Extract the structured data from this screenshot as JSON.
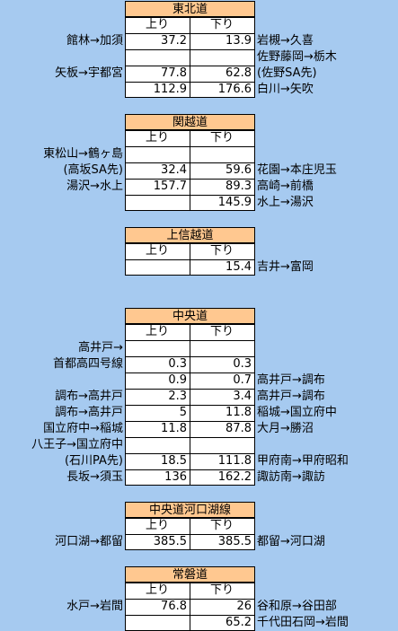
{
  "sections": [
    {
      "title": "東北道",
      "up_label": "上り",
      "down_label": "下り",
      "rows": [
        {
          "left": "館林→加須",
          "up": "37.2",
          "down": "13.9",
          "right": "岩槻→久喜"
        },
        {
          "left": "",
          "up": "",
          "down": "",
          "right": "佐野藤岡→栃木"
        },
        {
          "left": "矢板→宇都宮",
          "up": "77.8",
          "down": "62.8",
          "right": "(佐野SA先)"
        },
        {
          "left": "",
          "up": "112.9",
          "down": "176.6",
          "right": "白川→矢吹"
        }
      ]
    },
    {
      "title": "関越道",
      "up_label": "上り",
      "down_label": "下り",
      "rows": [
        {
          "left": "東松山→鶴ヶ島",
          "up": "",
          "down": "",
          "right": ""
        },
        {
          "left": "(高坂SA先)",
          "up": "32.4",
          "down": "59.6",
          "right": "花園→本庄児玉"
        },
        {
          "left": "湯沢→水上",
          "up": "157.7",
          "down": "89.3",
          "right": "高崎→前橋"
        },
        {
          "left": "",
          "up": "",
          "down": "145.9",
          "right": "水上→湯沢"
        }
      ]
    },
    {
      "title": "上信越道",
      "up_label": "上り",
      "down_label": "下り",
      "rows": [
        {
          "left": "",
          "up": "",
          "down": "15.4",
          "right": "吉井→富岡"
        }
      ]
    },
    {
      "title": "中央道",
      "up_label": "上り",
      "down_label": "下り",
      "rows": [
        {
          "left": "高井戸→",
          "up": "",
          "down": "",
          "right": ""
        },
        {
          "left": "首都高四号線",
          "up": "0.3",
          "down": "0.3",
          "right": ""
        },
        {
          "left": "",
          "up": "0.9",
          "down": "0.7",
          "right": "高井戸→調布"
        },
        {
          "left": "調布→高井戸",
          "up": "2.3",
          "down": "3.4",
          "right": "高井戸→調布"
        },
        {
          "left": "調布→高井戸",
          "up": "5",
          "down": "11.8",
          "right": "稲城→国立府中"
        },
        {
          "left": "国立府中→稲城",
          "up": "11.8",
          "down": "87.8",
          "right": "大月→勝沼"
        },
        {
          "left": "八王子→国立府中",
          "up": "",
          "down": "",
          "right": ""
        },
        {
          "left": "(石川PA先)",
          "up": "18.5",
          "down": "111.8",
          "right": "甲府南→甲府昭和"
        },
        {
          "left": "長坂→須玉",
          "up": "136",
          "down": "162.2",
          "right": "諏訪南→諏訪"
        }
      ]
    },
    {
      "title": "中央道河口湖線",
      "up_label": "上り",
      "down_label": "下り",
      "rows": [
        {
          "left": "河口湖→都留",
          "up": "385.5",
          "down": "385.5",
          "right": "都留→河口湖"
        }
      ]
    },
    {
      "title": "常磐道",
      "up_label": "上り",
      "down_label": "下り",
      "rows": [
        {
          "left": "水戸→岩間",
          "up": "76.8",
          "down": "26",
          "right": "谷和原→谷田部"
        },
        {
          "left": "",
          "up": "",
          "down": "65.2",
          "right": "千代田石岡→岩間"
        }
      ]
    }
  ]
}
